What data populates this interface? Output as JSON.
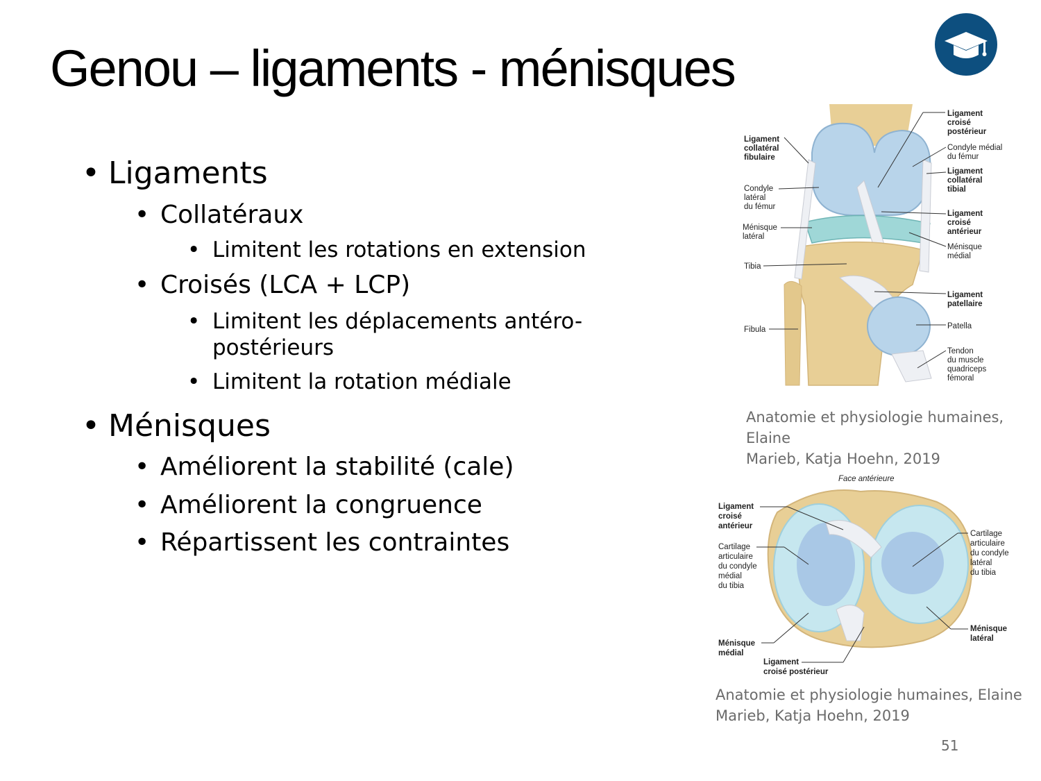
{
  "slide": {
    "title": "Genou – ligaments - ménisques",
    "page_number": "51",
    "logo_icon": "graduation-cap-icon",
    "logo_color": "#0d4f7f"
  },
  "bullets": {
    "ligaments": "Ligaments",
    "collateraux": "Collatéraux",
    "collateraux_sub": "Limitent les rotations en extension",
    "croises": "Croisés (LCA + LCP)",
    "croises_sub1_line1": "Limitent les déplacements antéro-",
    "croises_sub1_line2": "postérieurs",
    "croises_sub2": "Limitent la rotation médiale",
    "menisques": "Ménisques",
    "menisques_sub1": "Améliorent la stabilité (cale)",
    "menisques_sub2": "Améliorent la congruence",
    "menisques_sub3": "Répartissent les contraintes"
  },
  "figure1": {
    "caption_line1": "Anatomie et physiologie humaines, Elaine",
    "caption_line2": "Marieb, Katja Hoehn, 2019",
    "labels_left": {
      "lcf": [
        "Ligament",
        "collatéral",
        "fibulaire"
      ],
      "condyle_lat": [
        "Condyle",
        "latéral",
        "du fémur"
      ],
      "menisque_lat": [
        "Ménisque",
        "latéral"
      ],
      "tibia": [
        "Tibia"
      ],
      "fibula": [
        "Fibula"
      ]
    },
    "labels_right": {
      "lcp": [
        "Ligament",
        "croisé",
        "postérieur"
      ],
      "condyle_med": [
        "Condyle médial",
        "du fémur"
      ],
      "lct": [
        "Ligament",
        "collatéral",
        "tibial"
      ],
      "lca": [
        "Ligament",
        "croisé",
        "antérieur"
      ],
      "menisque_med": [
        "Ménisque",
        "médial"
      ],
      "lig_pat": [
        "Ligament",
        "patellaire"
      ],
      "patella": [
        "Patella"
      ],
      "tendon": [
        "Tendon",
        "du muscle",
        "quadriceps",
        "fémoral"
      ]
    }
  },
  "figure2": {
    "face_label": "Face antérieure",
    "caption_line1": "Anatomie et physiologie humaines, Elaine",
    "caption_line2": "Marieb, Katja Hoehn, 2019",
    "labels_left": {
      "lca": [
        "Ligament",
        "croisé",
        "antérieur"
      ],
      "cartilage_med": [
        "Cartilage",
        "articulaire",
        "du condyle",
        "médial",
        "du tibia"
      ],
      "menisque_med": [
        "Ménisque",
        "médial"
      ]
    },
    "labels_right": {
      "cartilage_lat": [
        "Cartilage",
        "articulaire",
        "du condyle",
        "latéral",
        "du tibia"
      ],
      "menisque_lat": [
        "Ménisque",
        "latéral"
      ]
    },
    "label_bottom": {
      "lcp": [
        "Ligament",
        "croisé postérieur"
      ]
    }
  }
}
